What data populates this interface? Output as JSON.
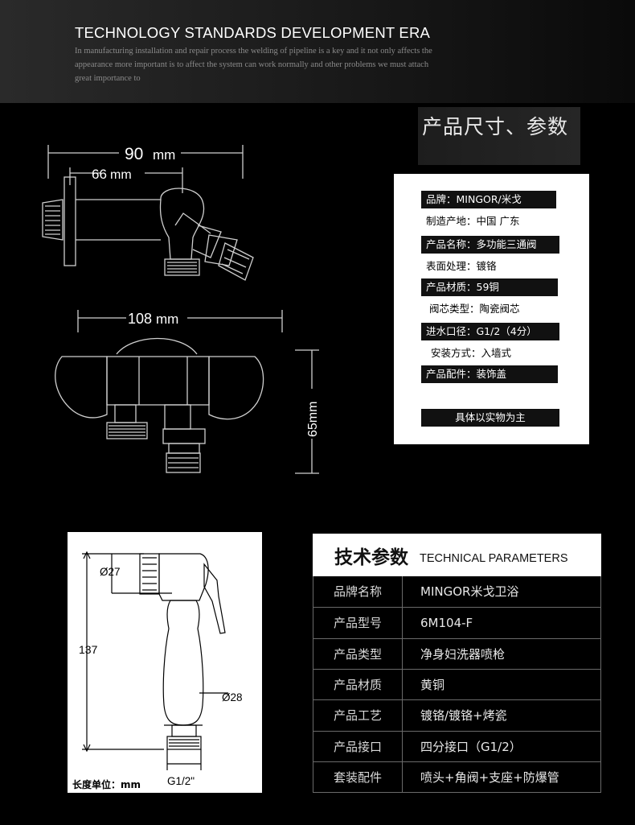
{
  "header": {
    "title": "TECHNOLOGY STANDARDS DEVELOPMENT ERA",
    "lines": [
      "In manufacturing installation and repair process the welding of pipeline is a key and it not only affects the",
      "appearance more important is to  affect the system can work normally and other problems we must attach",
      "great importance to"
    ]
  },
  "section_title": "产品尺寸、参数",
  "diagram_top": {
    "dim_90": "90",
    "unit_90": "mm",
    "dim_66": "66",
    "unit_66": "mm"
  },
  "diagram_front": {
    "dim_108": "108",
    "unit_108": "mm",
    "dim_65": "65mm"
  },
  "spec_list": [
    {
      "text": "品牌：MINGOR/米戈",
      "style": "dark"
    },
    {
      "text": "制造产地：中国 广东",
      "style": "light"
    },
    {
      "text": "产品名称：多功能三通阀",
      "style": "dark"
    },
    {
      "text": "表面处理：镀铬",
      "style": "light"
    },
    {
      "text": "产品材质：59铜",
      "style": "dark"
    },
    {
      "text": "阀芯类型：陶瓷阀芯",
      "style": "light"
    },
    {
      "text": "进水口径：G1/2（4分）",
      "style": "dark"
    },
    {
      "text": "安装方式：入墙式",
      "style": "light"
    },
    {
      "text": "产品配件：装饰盖",
      "style": "dark"
    }
  ],
  "spec_note": "具体以实物为主",
  "gun_diagram": {
    "dim_27": "Ø27",
    "dim_137": "137",
    "dim_28": "Ø28",
    "unit_label": "长度单位：mm",
    "thread": "G1/2\""
  },
  "tech_params": {
    "title_cn": "技术参数",
    "title_en": "TECHNICAL PARAMETERS",
    "rows": [
      {
        "label": "品牌名称",
        "value": "MINGOR米戈卫浴"
      },
      {
        "label": "产品型号",
        "value": "6M104-F"
      },
      {
        "label": "产品类型",
        "value": "净身妇洗器喷枪"
      },
      {
        "label": "产品材质",
        "value": "黄铜"
      },
      {
        "label": "产品工艺",
        "value": "镀铬/镀铬+烤瓷"
      },
      {
        "label": "产品接口",
        "value": "四分接口（G1/2）"
      },
      {
        "label": "套装配件",
        "value": "喷头+角阀+支座+防爆管"
      }
    ]
  }
}
